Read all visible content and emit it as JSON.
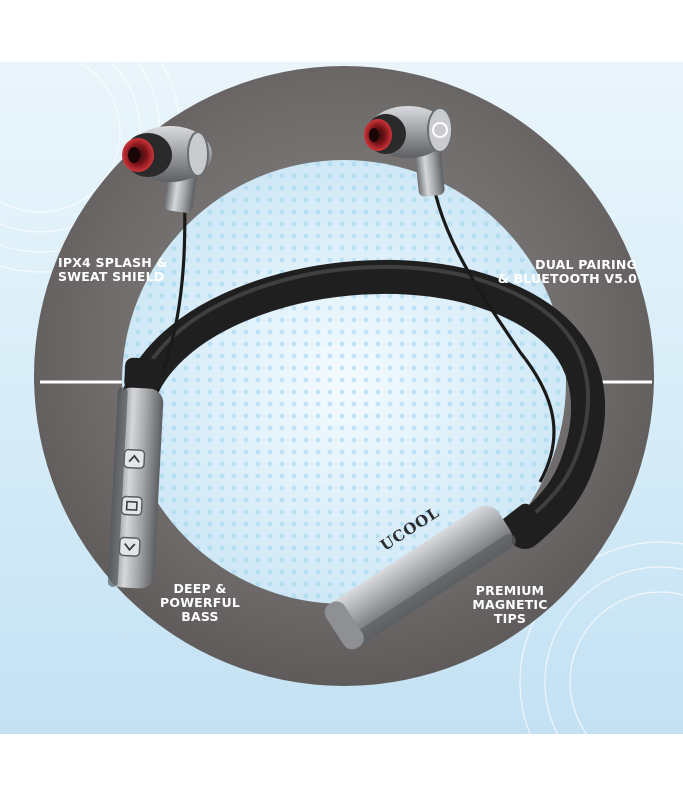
{
  "features": {
    "ipx4": {
      "line1": "IPX4 SPLASH &",
      "line2": "SWEAT SHIELD"
    },
    "dual_pairing": {
      "line1": "DUAL PAIRING",
      "line2": "& BLUETOOTH V5.0"
    },
    "bass": {
      "line1": "DEEP &",
      "line2": "POWERFUL",
      "line3": "BASS"
    },
    "tips": {
      "line1": "PREMIUM",
      "line2": "MAGNETIC",
      "line3": "TIPS"
    }
  },
  "brand": {
    "logo_text": "UCOOL"
  },
  "colors": {
    "ring": "#6f6c6b",
    "band": "#2b2b2b",
    "metal": "#a7a9ad",
    "accent_red": "#c0262b",
    "background": "#d6ecf8"
  },
  "icons": [
    "volume-up-icon",
    "play-pause-icon",
    "volume-down-icon"
  ]
}
